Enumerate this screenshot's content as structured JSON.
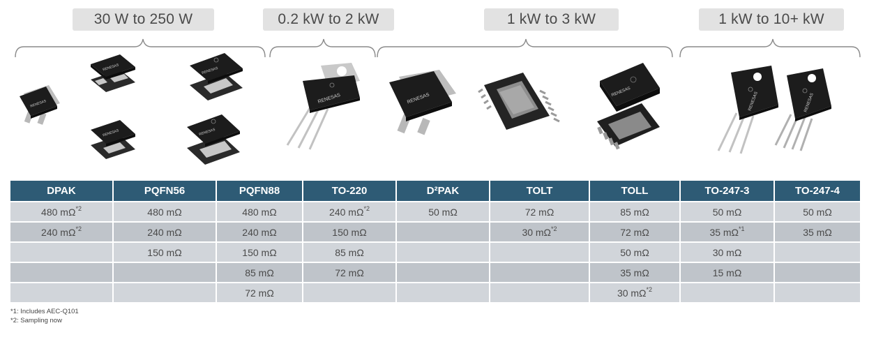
{
  "power_ranges": [
    {
      "label": "30 W to 250 W"
    },
    {
      "label": "0.2 kW to 2 kW"
    },
    {
      "label": "1 kW to 3 kW"
    },
    {
      "label": "1 kW to 10+ kW"
    }
  ],
  "packages": {
    "brand": "RENESAS",
    "items": [
      {
        "icon": "dpak-package-icon"
      },
      {
        "icon": "pqfn56-package-icon"
      },
      {
        "icon": "pqfn56-package-icon"
      },
      {
        "icon": "pqfn88-package-icon"
      },
      {
        "icon": "pqfn88-package-icon"
      },
      {
        "icon": "to220-package-icon"
      },
      {
        "icon": "d2pak-package-icon"
      },
      {
        "icon": "tolt-package-icon"
      },
      {
        "icon": "toll-package-icon"
      },
      {
        "icon": "to247-3-package-icon"
      },
      {
        "icon": "to247-4-package-icon"
      }
    ]
  },
  "table": {
    "headers": [
      "DPAK",
      "PQFN56",
      "PQFN88",
      "TO-220",
      "D²PAK",
      "TOLT",
      "TOLL",
      "TO-247-3",
      "TO-247-4"
    ],
    "rows": [
      [
        {
          "v": "480 mΩ",
          "n": "*2"
        },
        {
          "v": "480 mΩ",
          "n": ""
        },
        {
          "v": "480 mΩ",
          "n": ""
        },
        {
          "v": "240 mΩ",
          "n": "*2"
        },
        {
          "v": "50 mΩ",
          "n": ""
        },
        {
          "v": "72 mΩ",
          "n": ""
        },
        {
          "v": "85 mΩ",
          "n": ""
        },
        {
          "v": "50 mΩ",
          "n": ""
        },
        {
          "v": "50 mΩ",
          "n": ""
        }
      ],
      [
        {
          "v": "240 mΩ",
          "n": "*2"
        },
        {
          "v": "240 mΩ",
          "n": ""
        },
        {
          "v": "240 mΩ",
          "n": ""
        },
        {
          "v": "150 mΩ",
          "n": ""
        },
        {
          "v": "",
          "n": ""
        },
        {
          "v": "30 mΩ",
          "n": "*2"
        },
        {
          "v": "72 mΩ",
          "n": ""
        },
        {
          "v": "35 mΩ",
          "n": "*1"
        },
        {
          "v": "35 mΩ",
          "n": ""
        }
      ],
      [
        {
          "v": "",
          "n": ""
        },
        {
          "v": "150 mΩ",
          "n": ""
        },
        {
          "v": "150 mΩ",
          "n": ""
        },
        {
          "v": "85 mΩ",
          "n": ""
        },
        {
          "v": "",
          "n": ""
        },
        {
          "v": "",
          "n": ""
        },
        {
          "v": "50 mΩ",
          "n": ""
        },
        {
          "v": "30 mΩ",
          "n": ""
        },
        {
          "v": "",
          "n": ""
        }
      ],
      [
        {
          "v": "",
          "n": ""
        },
        {
          "v": "",
          "n": ""
        },
        {
          "v": "85 mΩ",
          "n": ""
        },
        {
          "v": "72 mΩ",
          "n": ""
        },
        {
          "v": "",
          "n": ""
        },
        {
          "v": "",
          "n": ""
        },
        {
          "v": "35 mΩ",
          "n": ""
        },
        {
          "v": "15 mΩ",
          "n": ""
        },
        {
          "v": "",
          "n": ""
        }
      ],
      [
        {
          "v": "",
          "n": ""
        },
        {
          "v": "",
          "n": ""
        },
        {
          "v": "72 mΩ",
          "n": ""
        },
        {
          "v": "",
          "n": ""
        },
        {
          "v": "",
          "n": ""
        },
        {
          "v": "",
          "n": ""
        },
        {
          "v": "30 mΩ",
          "n": "*2"
        },
        {
          "v": "",
          "n": ""
        },
        {
          "v": "",
          "n": ""
        }
      ]
    ]
  },
  "footnotes": [
    "*1: Includes AEC-Q101",
    "*2: Sampling now"
  ],
  "colors": {
    "header_bg": "#2e5b75",
    "row_light": "#d1d5da",
    "row_dark": "#bfc4ca",
    "label_bg": "#e2e2e2"
  }
}
